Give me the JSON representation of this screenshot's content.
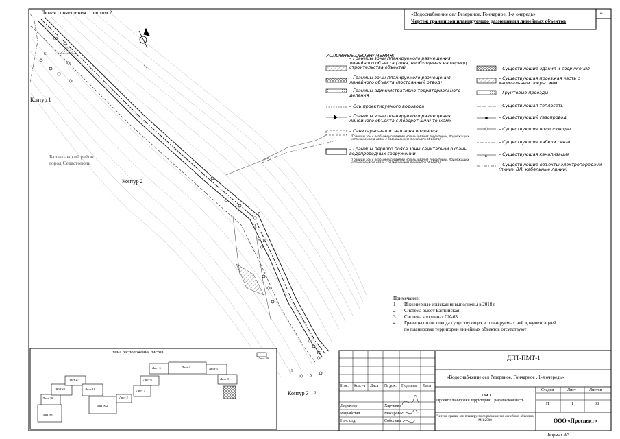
{
  "sheet": {
    "match_line_label": "Линия совмещения с листом 2",
    "sheet_number": "4",
    "project_title": "«Водоснабжение сел Резервное, Гончарное, 1-я очередь»",
    "drawing_title": "Чертеж границ зон планируемого размещения линейных объектов",
    "format": "Формат А3"
  },
  "legend": {
    "heading": "УСЛОВНЫЕ ОБОЗНАЧЕНИЯ:",
    "left_items": [
      "– Границы зоны планируемого размещения линейного объекта (зона, необходимая на период строительства объекта)",
      "– Границы зоны планируемого размещения линейного объекта (постоянный отвод)",
      "– Границы административно-территориального деления",
      "– Ось проектируемого водовода",
      "– Границы зоны планируемого размещения линейного объекта с поворотными точками",
      "– Санитарно-защитная зона водовода",
      "– Границы первого пояса зоны санитарной охраны водопроводных сооружений"
    ],
    "sanitary_note": "(Границы зон с особыми условиями использования территории, подлежащих установлению в связи с размещением линейного объекта)",
    "first_belt_note": "(Границы зон с особыми условиями использования территории, подлежащих установлению в связи с размещением линейного объекта)",
    "right_items": [
      "– Существующие здания и сооружения",
      "– Существующая проезжая часть с капитальным покрытием",
      "– Грунтовые проезды",
      "– Существующая теплосеть",
      "– Существующий газопровод",
      "– Существующие водопроводы",
      "– Существующие кабели связи",
      "– Существующая канализация",
      "– Существующие объекты электропередачи (линии ВЛ, кабельные линии)"
    ]
  },
  "map": {
    "labels": {
      "kontur1": "Контур 1",
      "kontur2": "Контур 2",
      "kontur3": "Контур 3",
      "district": "Балаклавский район\nгород Севастополь",
      "p1": "1",
      "p3": "3",
      "p5": "5",
      "p7": "7",
      "p10": "10",
      "p11": "11",
      "p15": "15",
      "p19": "19",
      "p60": "60",
      "p61": "61",
      "p71": "71"
    }
  },
  "notes": {
    "title": "Примечание:",
    "items": [
      {
        "n": "1",
        "text": "Инженерные изыскания выполнены в 2018 г"
      },
      {
        "n": "2",
        "text": "Система высот Балтийская"
      },
      {
        "n": "3",
        "text": "Система координат СК-63"
      },
      {
        "n": "4",
        "text": "Границы полос отвода существующих и планируемых ней документацией"
      },
      {
        "n": "",
        "text": "по планировке территории линейных объектов отсутствуют"
      }
    ]
  },
  "scheme": {
    "title": "Схема расположения листов",
    "sheets": [
      "Лист 1",
      "Лист 2",
      "Лист 3",
      "Лист 4",
      "Лист 5",
      "Лист 6",
      "Лист 7",
      "Лист 8",
      "Лист 16",
      "Лист 27",
      "Лист 28",
      "Лист 29",
      "Лист 30"
    ],
    "mp_labels": [
      "МП 901",
      "МП 902"
    ]
  },
  "title_block": {
    "code": "ДПТ-ПМТ-1",
    "object": "«Водоснабжение сел Резервное, Гончарное , 1-я очередь»",
    "headers": [
      "Изм.",
      "Кол.уч",
      "Лист",
      "№ док.",
      "Подпись",
      "Дата"
    ],
    "roles": [
      {
        "role": "Директор",
        "name": "Харченко"
      },
      {
        "role": "Разработал",
        "name": "Макарова"
      },
      {
        "role": "Нач. отд.",
        "name": "Соболева"
      }
    ],
    "volume": "Том 1",
    "volume_desc": "Проект планировки территории. Графическая часть",
    "stage_h": "Стадия",
    "sheet_h": "Лист",
    "sheets_h": "Листов",
    "stage": "П",
    "sheet": "1",
    "sheets": "38",
    "drawing": "Чертеж границ зон планируемого размещения линейных объектов М 1:2000",
    "company": "ООО «Проспект»"
  }
}
